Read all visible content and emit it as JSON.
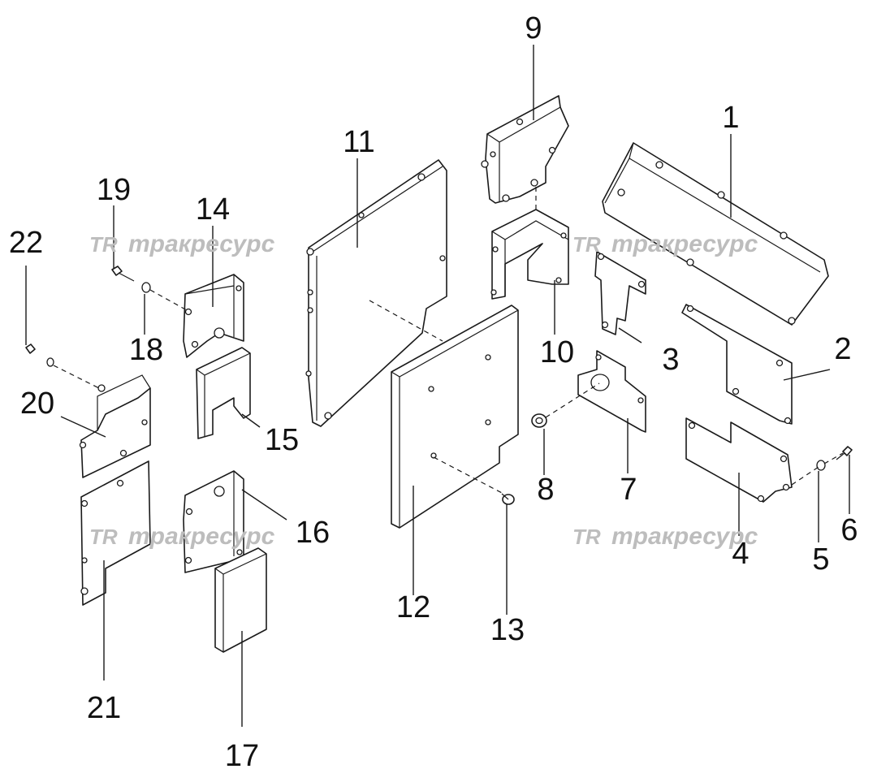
{
  "watermark": {
    "logo": "TR",
    "text": "тракресурс"
  },
  "callouts": [
    "1",
    "2",
    "3",
    "4",
    "5",
    "6",
    "7",
    "8",
    "9",
    "10",
    "11",
    "12",
    "13",
    "14",
    "15",
    "16",
    "17",
    "18",
    "19",
    "20",
    "21",
    "22"
  ]
}
